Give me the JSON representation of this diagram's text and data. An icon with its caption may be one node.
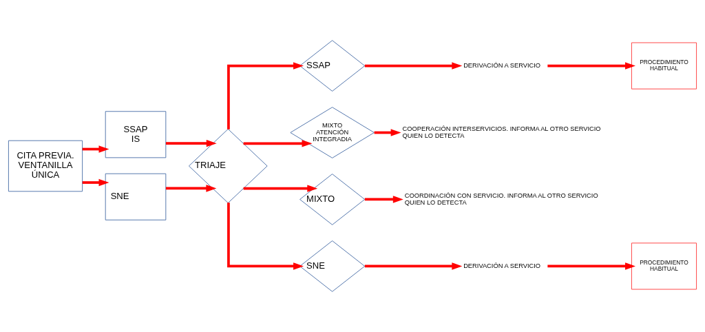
{
  "diagram": {
    "nodes": [
      {
        "text": [
          "CITA PREVIA. VENTANILLA ÚNICA"
        ]
      },
      {
        "text": [
          "SSAP IS"
        ]
      },
      {
        "text": [
          "SNE"
        ]
      },
      {
        "text": [
          "TRIAJE"
        ]
      },
      {
        "text": [
          "SSAP"
        ]
      },
      {
        "text": [
          "MIXTO ATENCIÓN INTEGRADIA"
        ]
      },
      {
        "text": [
          "MIXTO"
        ]
      },
      {
        "text": [
          "SNE"
        ]
      },
      {
        "text": [
          "DERIVACIÓN A SERVICIO"
        ]
      },
      {
        "text": [
          "PROCEDIMIENTO HABITUAL"
        ]
      },
      {
        "text": [
          "COOPERACIÓN INTERSERVICIOS. INFORMA AL OTRO SERVICIO QUIEN LO DETECTA"
        ]
      },
      {
        "text": [
          "COORDINACIÓN CON SERVICIO. INFORMA AL OTRO SERVICIO QUIEN LO DETECTA"
        ]
      },
      {
        "text": [
          "DERIVACIÓN A SERVICIO"
        ]
      },
      {
        "text": [
          "PROCEDIMIENTO HABITUAL"
        ]
      }
    ],
    "edges": [
      {
        "from": 0,
        "to": 1,
        "arrow": "to"
      },
      {
        "from": 0,
        "to": 2,
        "arrow": "to"
      },
      {
        "from": 1,
        "to": 3,
        "arrow": "to"
      },
      {
        "from": 2,
        "to": 3,
        "arrow": "to"
      },
      {
        "from": 3,
        "to": 4,
        "arrow": "to"
      },
      {
        "from": 3,
        "to": 5,
        "arrow": "to"
      },
      {
        "from": 3,
        "to": 6,
        "arrow": "to"
      },
      {
        "from": 3,
        "to": 7,
        "arrow": "to"
      },
      {
        "from": 4,
        "to": 8,
        "arrow": "to"
      },
      {
        "from": 8,
        "to": 9,
        "arrow": "to"
      },
      {
        "from": 5,
        "to": 10,
        "arrow": "to"
      },
      {
        "from": 6,
        "to": 11,
        "arrow": "to"
      },
      {
        "from": 7,
        "to": 12,
        "arrow": "to"
      },
      {
        "from": 12,
        "to": 13,
        "arrow": "to"
      }
    ]
  }
}
